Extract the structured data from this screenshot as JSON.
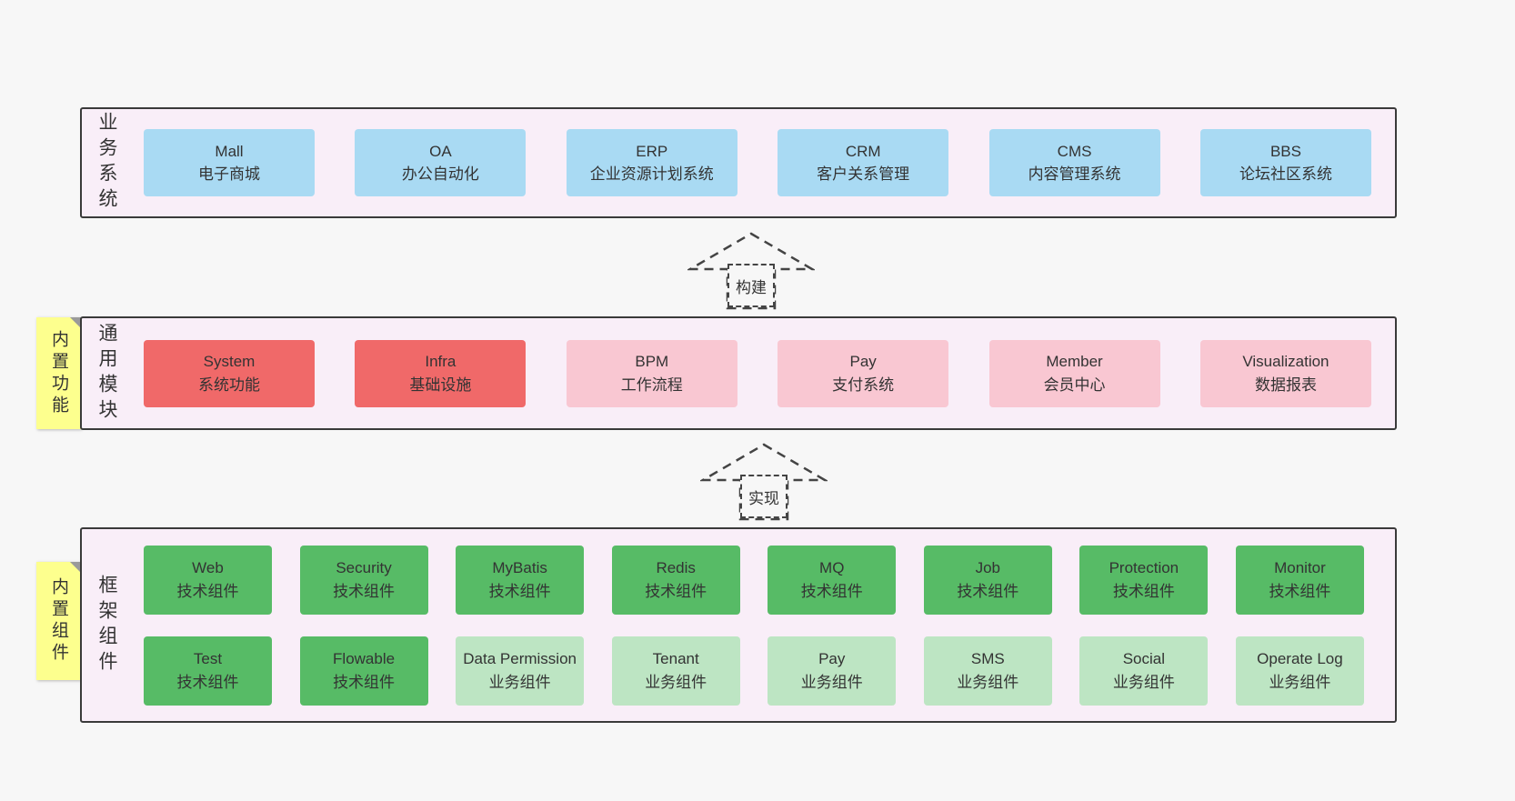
{
  "colors": {
    "page_bg": "#f7f7f7",
    "panel_bg": "#f9eef8",
    "panel_border": "#3a3a3a",
    "blue_box": "#a9daf3",
    "red_box": "#f06969",
    "pink_box": "#f9c7d2",
    "green_dark_box": "#57bb66",
    "green_light_box": "#bde5c3",
    "note_yellow": "#fdff8e"
  },
  "sections": {
    "business": {
      "label": "业务系统",
      "boxes": [
        {
          "name": "Mall",
          "desc": "电子商城"
        },
        {
          "name": "OA",
          "desc": "办公自动化"
        },
        {
          "name": "ERP",
          "desc": "企业资源计划系统"
        },
        {
          "name": "CRM",
          "desc": "客户关系管理"
        },
        {
          "name": "CMS",
          "desc": "内容管理系统"
        },
        {
          "name": "BBS",
          "desc": "论坛社区系统"
        }
      ]
    },
    "arrow_build": {
      "label": "构建"
    },
    "modules": {
      "label": "通用模块",
      "note": "内置功能",
      "boxes": [
        {
          "name": "System",
          "desc": "系统功能"
        },
        {
          "name": "Infra",
          "desc": "基础设施"
        },
        {
          "name": "BPM",
          "desc": "工作流程"
        },
        {
          "name": "Pay",
          "desc": "支付系统"
        },
        {
          "name": "Member",
          "desc": "会员中心"
        },
        {
          "name": "Visualization",
          "desc": "数据报表"
        }
      ]
    },
    "arrow_implement": {
      "label": "实现"
    },
    "components": {
      "label": "框架组件",
      "note": "内置组件",
      "row1": [
        {
          "name": "Web",
          "desc": "技术组件"
        },
        {
          "name": "Security",
          "desc": "技术组件"
        },
        {
          "name": "MyBatis",
          "desc": "技术组件"
        },
        {
          "name": "Redis",
          "desc": "技术组件"
        },
        {
          "name": "MQ",
          "desc": "技术组件"
        },
        {
          "name": "Job",
          "desc": "技术组件"
        },
        {
          "name": "Protection",
          "desc": "技术组件"
        },
        {
          "name": "Monitor",
          "desc": "技术组件"
        }
      ],
      "row2": [
        {
          "name": "Test",
          "desc": "技术组件"
        },
        {
          "name": "Flowable",
          "desc": "技术组件"
        },
        {
          "name": "Data Permission",
          "desc": "业务组件"
        },
        {
          "name": "Tenant",
          "desc": "业务组件"
        },
        {
          "name": "Pay",
          "desc": "业务组件"
        },
        {
          "name": "SMS",
          "desc": "业务组件"
        },
        {
          "name": "Social",
          "desc": "业务组件"
        },
        {
          "name": "Operate Log",
          "desc": "业务组件"
        }
      ]
    }
  }
}
